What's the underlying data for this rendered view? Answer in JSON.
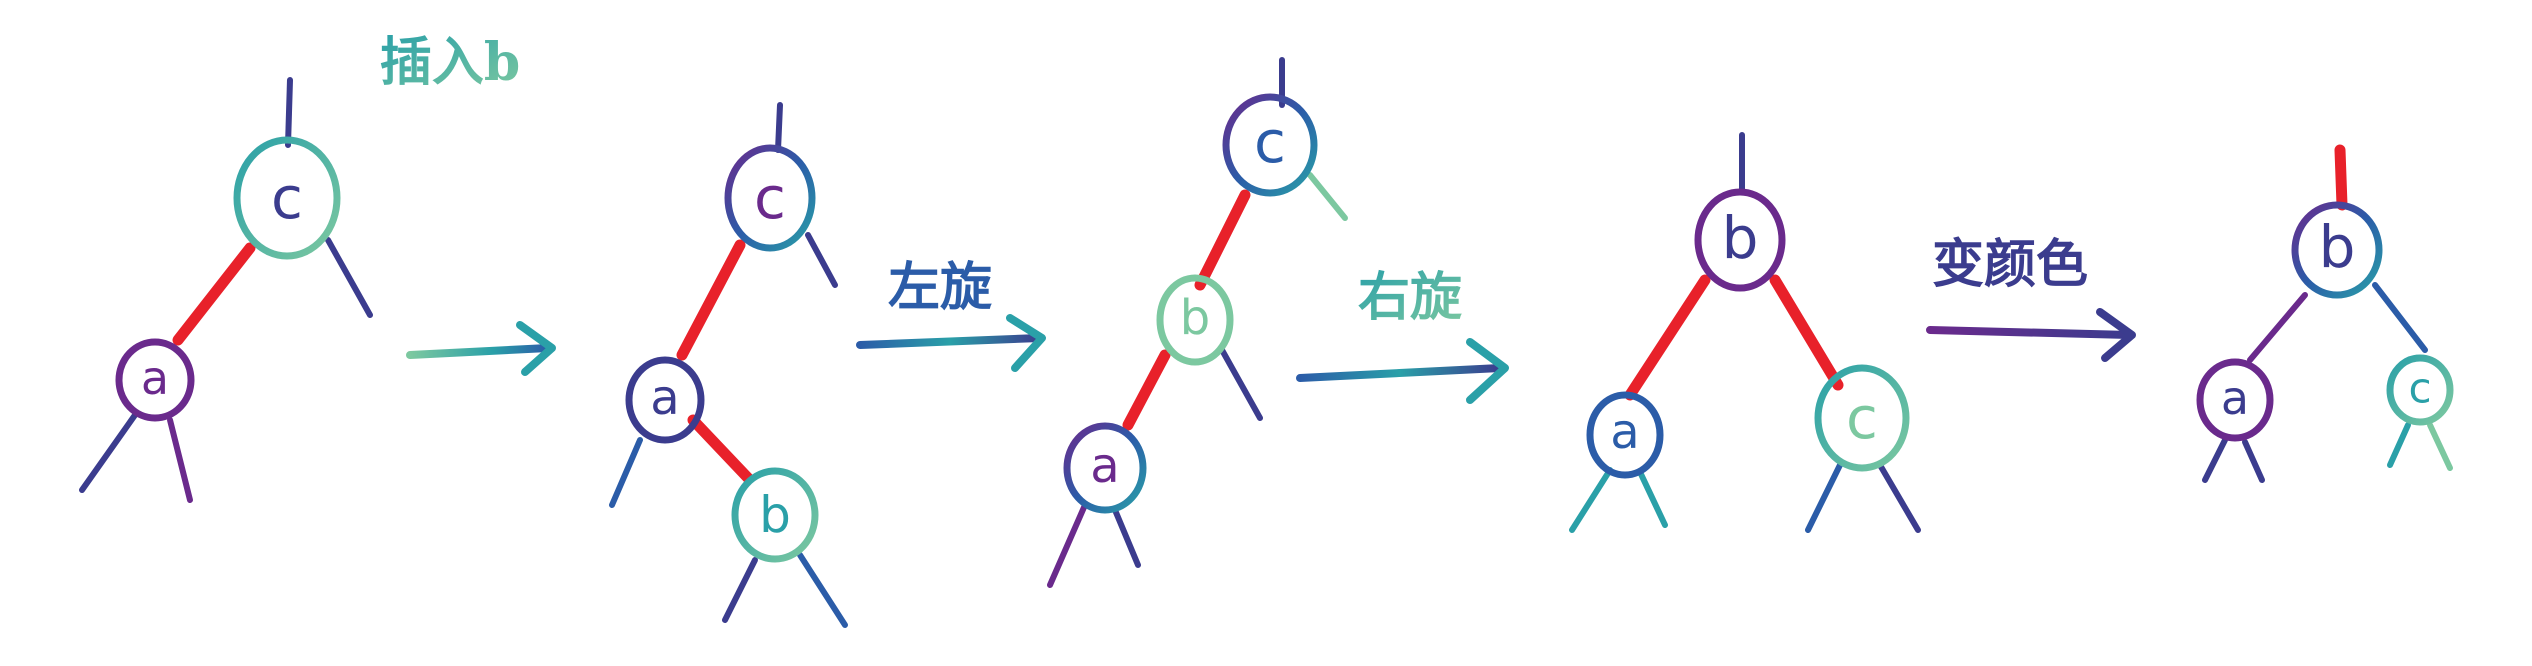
{
  "diagram": {
    "title_label": "插入b",
    "steps": [
      {
        "nodes": [
          "c",
          "a"
        ]
      },
      {
        "nodes": [
          "c",
          "a",
          "b"
        ]
      },
      {
        "nodes": [
          "c",
          "b",
          "a"
        ]
      },
      {
        "nodes": [
          "b",
          "a",
          "c"
        ]
      },
      {
        "nodes": [
          "b",
          "a",
          "c"
        ]
      }
    ],
    "transitions": [
      {
        "label": ""
      },
      {
        "label": "左旋"
      },
      {
        "label": "右旋"
      },
      {
        "label": "变颜色"
      }
    ],
    "colors": {
      "red_link": "#e8212a",
      "purple": "#6a2a8c",
      "teal": "#2aa0a8",
      "blue": "#2b5ca8",
      "green": "#7cc8a0",
      "indigo": "#3b3c8e"
    }
  }
}
